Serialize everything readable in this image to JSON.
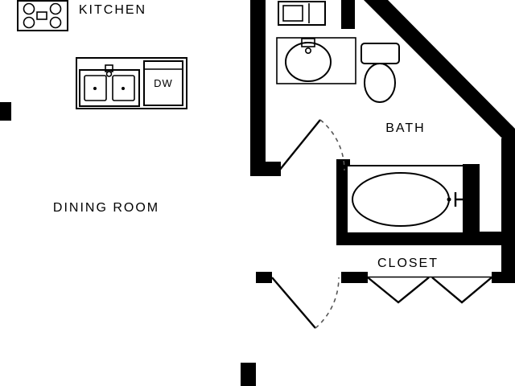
{
  "rooms": {
    "kitchen": "KITCHEN",
    "dining_room": "DINING ROOM",
    "bath": "BATH",
    "closet": "CLOSET"
  },
  "appliances": {
    "dishwasher": "DW"
  },
  "colors": {
    "wall": "#000000",
    "background": "#ffffff",
    "door_arc": "#555555"
  }
}
